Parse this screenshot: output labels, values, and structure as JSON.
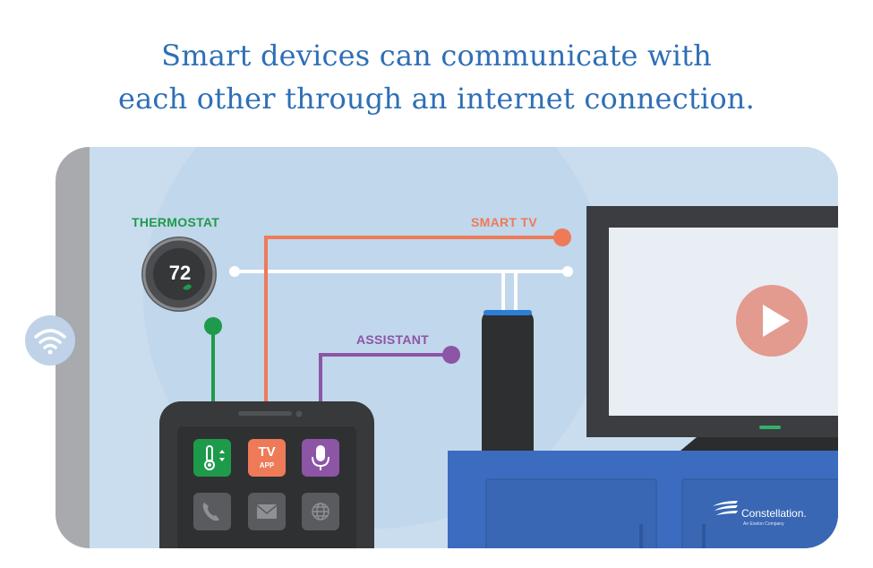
{
  "headline": {
    "line1": "Smart devices can communicate with",
    "line2": "each other through an internet connection."
  },
  "labels": {
    "thermostat": "THERMOSTAT",
    "smart_tv": "SMART TV",
    "assistant": "ASSISTANT"
  },
  "thermostat": {
    "temperature": "72"
  },
  "phone_apps": {
    "tv_app_line1": "TV",
    "tv_app_line2": "APP"
  },
  "brand": {
    "name": "Constellation.",
    "tagline": "An Exelon Company"
  },
  "colors": {
    "headline": "#2e6fb7",
    "thermostat": "#1e9a4b",
    "smart_tv": "#ee7a58",
    "assistant": "#8c55a6",
    "wall": "#c7dced",
    "cabinet": "#3b6cbf"
  },
  "icons": [
    "wifi-icon",
    "thermometer-icon",
    "microphone-icon",
    "phone-icon",
    "mail-icon",
    "globe-icon",
    "play-icon",
    "constellation-logo-icon"
  ]
}
